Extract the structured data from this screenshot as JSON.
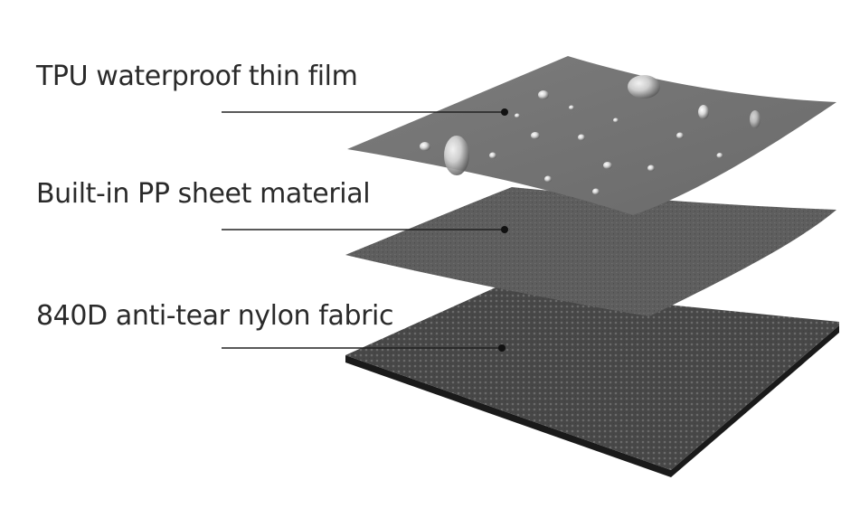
{
  "layers": [
    {
      "label": "TPU waterproof thin film",
      "color": "#767676"
    },
    {
      "label": "Built-in PP sheet material",
      "color": "#5e5e5e"
    },
    {
      "label": "840D anti-tear nylon fabric",
      "color": "#474747"
    }
  ],
  "colors": {
    "leader_line": "#222222",
    "text": "#2a2a2a",
    "background": "#ffffff"
  }
}
